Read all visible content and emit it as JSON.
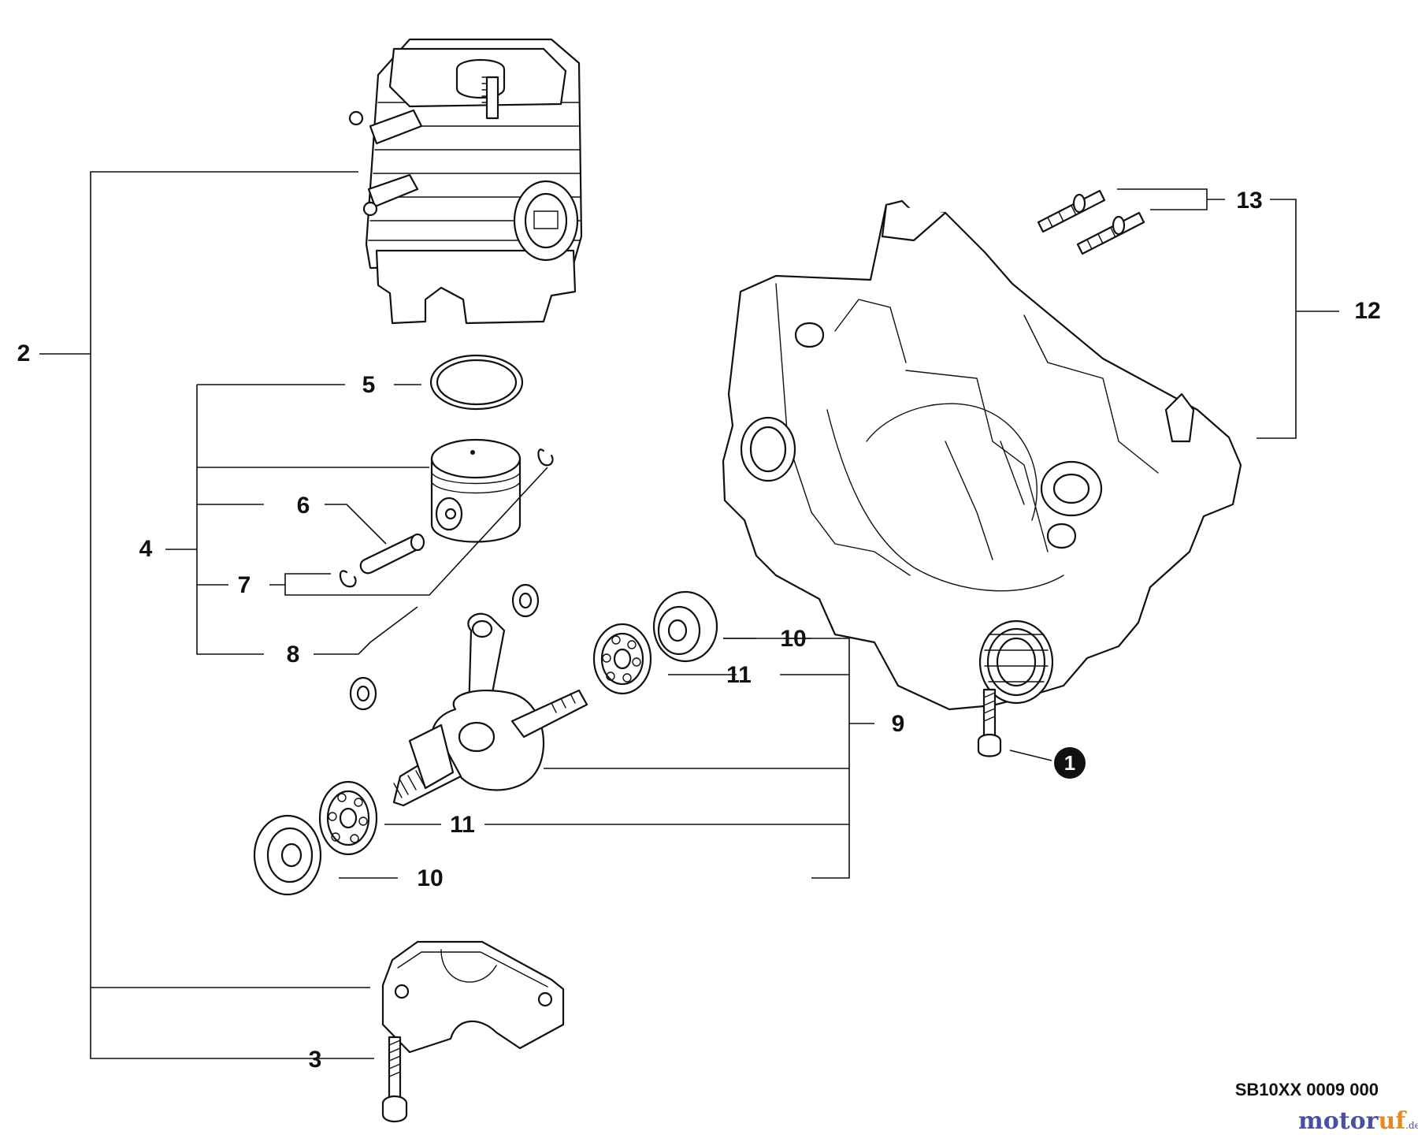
{
  "diagram": {
    "callouts": {
      "c2": "2",
      "c3": "3",
      "c4": "4",
      "c5": "5",
      "c6": "6",
      "c7": "7",
      "c8": "8",
      "c9": "9",
      "c10a": "10",
      "c10b": "10",
      "c11a": "11",
      "c11b": "11",
      "c12": "12",
      "c13": "13",
      "c1": "1"
    },
    "drawing_code": "SB10XX 0009 000"
  },
  "watermark": {
    "part1": "motor",
    "part2": "uf",
    "suffix": ".de"
  }
}
